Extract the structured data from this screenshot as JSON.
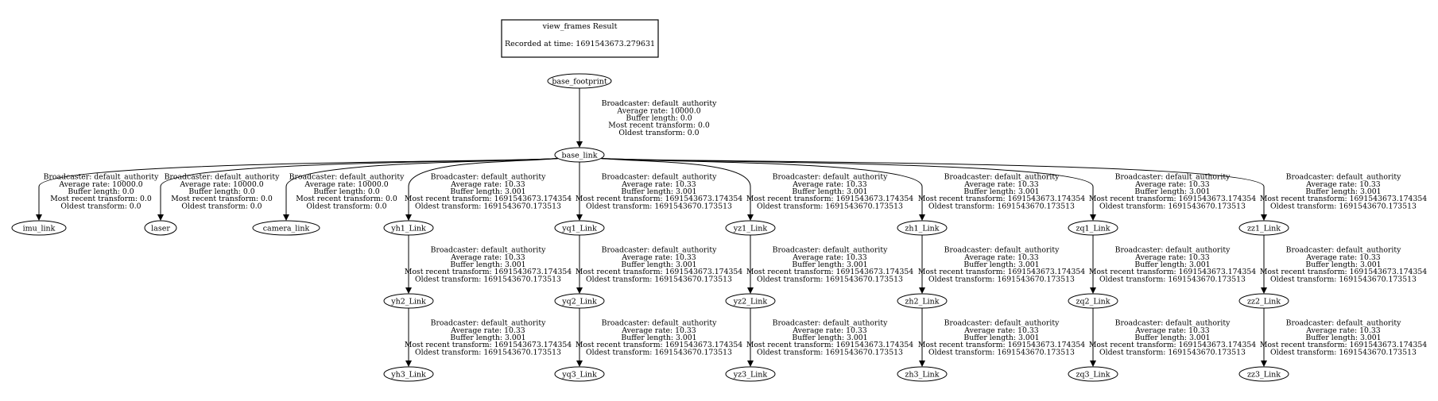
{
  "title_box": {
    "title": "view_frames Result",
    "recorded": "Recorded at time: 1691543673.279631"
  },
  "nodes": [
    {
      "id": "base_footprint",
      "label": "base_footprint"
    },
    {
      "id": "base_link",
      "label": "base_link"
    },
    {
      "id": "imu_link",
      "label": "imu_link"
    },
    {
      "id": "laser",
      "label": "laser"
    },
    {
      "id": "camera_link",
      "label": "camera_link"
    },
    {
      "id": "yh1_Link",
      "label": "yh1_Link"
    },
    {
      "id": "yq1_Link",
      "label": "yq1_Link"
    },
    {
      "id": "yz1_Link",
      "label": "yz1_Link"
    },
    {
      "id": "zh1_Link",
      "label": "zh1_Link"
    },
    {
      "id": "zq1_Link",
      "label": "zq1_Link"
    },
    {
      "id": "zz1_Link",
      "label": "zz1_Link"
    },
    {
      "id": "yh2_Link",
      "label": "yh2_Link"
    },
    {
      "id": "yq2_Link",
      "label": "yq2_Link"
    },
    {
      "id": "yz2_Link",
      "label": "yz2_Link"
    },
    {
      "id": "zh2_Link",
      "label": "zh2_Link"
    },
    {
      "id": "zq2_Link",
      "label": "zq2_Link"
    },
    {
      "id": "zz2_Link",
      "label": "zz2_Link"
    },
    {
      "id": "yh3_Link",
      "label": "yh3_Link"
    },
    {
      "id": "yq3_Link",
      "label": "yq3_Link"
    },
    {
      "id": "yz3_Link",
      "label": "yz3_Link"
    },
    {
      "id": "zh3_Link",
      "label": "zh3_Link"
    },
    {
      "id": "zq3_Link",
      "label": "zq3_Link"
    },
    {
      "id": "zz3_Link",
      "label": "zz3_Link"
    }
  ],
  "edges": [
    {
      "from": "base_footprint",
      "to": "base_link",
      "lines": [
        "Broadcaster: default_authority",
        "Average rate: 10000.0",
        "Buffer length: 0.0",
        "Most recent transform: 0.0",
        "Oldest transform: 0.0"
      ]
    },
    {
      "from": "base_link",
      "to": "imu_link",
      "lines": [
        "Broadcaster: default_authority",
        "Average rate: 10000.0",
        "Buffer length: 0.0",
        "Most recent transform: 0.0",
        "Oldest transform: 0.0"
      ]
    },
    {
      "from": "base_link",
      "to": "laser",
      "lines": [
        "Broadcaster: default_authority",
        "Average rate: 10000.0",
        "Buffer length: 0.0",
        "Most recent transform: 0.0",
        "Oldest transform: 0.0"
      ]
    },
    {
      "from": "base_link",
      "to": "camera_link",
      "lines": [
        "Broadcaster: default_authority",
        "Average rate: 10000.0",
        "Buffer length: 0.0",
        "Most recent transform: 0.0",
        "Oldest transform: 0.0"
      ]
    },
    {
      "from": "base_link",
      "to": "yh1_Link",
      "lines": [
        "Broadcaster: default_authority",
        "Average rate: 10.33",
        "Buffer length: 3.001",
        "Most recent transform: 1691543673.174354",
        "Oldest transform: 1691543670.173513"
      ]
    },
    {
      "from": "base_link",
      "to": "yq1_Link",
      "lines": [
        "Broadcaster: default_authority",
        "Average rate: 10.33",
        "Buffer length: 3.001",
        "Most recent transform: 1691543673.174354",
        "Oldest transform: 1691543670.173513"
      ]
    },
    {
      "from": "base_link",
      "to": "yz1_Link",
      "lines": [
        "Broadcaster: default_authority",
        "Average rate: 10.33",
        "Buffer length: 3.001",
        "Most recent transform: 1691543673.174354",
        "Oldest transform: 1691543670.173513"
      ]
    },
    {
      "from": "base_link",
      "to": "zh1_Link",
      "lines": [
        "Broadcaster: default_authority",
        "Average rate: 10.33",
        "Buffer length: 3.001",
        "Most recent transform: 1691543673.174354",
        "Oldest transform: 1691543670.173513"
      ]
    },
    {
      "from": "base_link",
      "to": "zq1_Link",
      "lines": [
        "Broadcaster: default_authority",
        "Average rate: 10.33",
        "Buffer length: 3.001",
        "Most recent transform: 1691543673.174354",
        "Oldest transform: 1691543670.173513"
      ]
    },
    {
      "from": "base_link",
      "to": "zz1_Link",
      "lines": [
        "Broadcaster: default_authority",
        "Average rate: 10.33",
        "Buffer length: 3.001",
        "Most recent transform: 1691543673.174354",
        "Oldest transform: 1691543670.173513"
      ]
    },
    {
      "from": "yh1_Link",
      "to": "yh2_Link",
      "lines": [
        "Broadcaster: default_authority",
        "Average rate: 10.33",
        "Buffer length: 3.001",
        "Most recent transform: 1691543673.174354",
        "Oldest transform: 1691543670.173513"
      ]
    },
    {
      "from": "yq1_Link",
      "to": "yq2_Link",
      "lines": [
        "Broadcaster: default_authority",
        "Average rate: 10.33",
        "Buffer length: 3.001",
        "Most recent transform: 1691543673.174354",
        "Oldest transform: 1691543670.173513"
      ]
    },
    {
      "from": "yz1_Link",
      "to": "yz2_Link",
      "lines": [
        "Broadcaster: default_authority",
        "Average rate: 10.33",
        "Buffer length: 3.001",
        "Most recent transform: 1691543673.174354",
        "Oldest transform: 1691543670.173513"
      ]
    },
    {
      "from": "zh1_Link",
      "to": "zh2_Link",
      "lines": [
        "Broadcaster: default_authority",
        "Average rate: 10.33",
        "Buffer length: 3.001",
        "Most recent transform: 1691543673.174354",
        "Oldest transform: 1691543670.173513"
      ]
    },
    {
      "from": "zq1_Link",
      "to": "zq2_Link",
      "lines": [
        "Broadcaster: default_authority",
        "Average rate: 10.33",
        "Buffer length: 3.001",
        "Most recent transform: 1691543673.174354",
        "Oldest transform: 1691543670.173513"
      ]
    },
    {
      "from": "zz1_Link",
      "to": "zz2_Link",
      "lines": [
        "Broadcaster: default_authority",
        "Average rate: 10.33",
        "Buffer length: 3.001",
        "Most recent transform: 1691543673.174354",
        "Oldest transform: 1691543670.173513"
      ]
    },
    {
      "from": "yh2_Link",
      "to": "yh3_Link",
      "lines": [
        "Broadcaster: default_authority",
        "Average rate: 10.33",
        "Buffer length: 3.001",
        "Most recent transform: 1691543673.174354",
        "Oldest transform: 1691543670.173513"
      ]
    },
    {
      "from": "yq2_Link",
      "to": "yq3_Link",
      "lines": [
        "Broadcaster: default_authority",
        "Average rate: 10.33",
        "Buffer length: 3.001",
        "Most recent transform: 1691543673.174354",
        "Oldest transform: 1691543670.173513"
      ]
    },
    {
      "from": "yz2_Link",
      "to": "yz3_Link",
      "lines": [
        "Broadcaster: default_authority",
        "Average rate: 10.33",
        "Buffer length: 3.001",
        "Most recent transform: 1691543673.174354",
        "Oldest transform: 1691543670.173513"
      ]
    },
    {
      "from": "zh2_Link",
      "to": "zh3_Link",
      "lines": [
        "Broadcaster: default_authority",
        "Average rate: 10.33",
        "Buffer length: 3.001",
        "Most recent transform: 1691543673.174354",
        "Oldest transform: 1691543670.173513"
      ]
    },
    {
      "from": "zq2_Link",
      "to": "zq3_Link",
      "lines": [
        "Broadcaster: default_authority",
        "Average rate: 10.33",
        "Buffer length: 3.001",
        "Most recent transform: 1691543673.174354",
        "Oldest transform: 1691543670.173513"
      ]
    },
    {
      "from": "zz2_Link",
      "to": "zz3_Link",
      "lines": [
        "Broadcaster: default_authority",
        "Average rate: 10.33",
        "Buffer length: 3.001",
        "Most recent transform: 1691543673.174354",
        "Oldest transform: 1691543670.173513"
      ]
    }
  ]
}
